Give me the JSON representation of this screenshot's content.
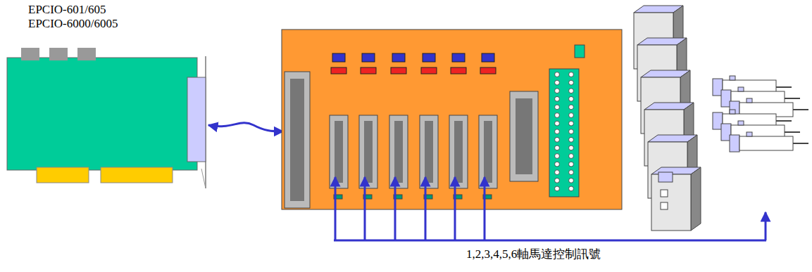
{
  "diagram": {
    "nodes": [
      {
        "text": [
          "EPCIO-601/605",
          "EPCIO-6000/6005"
        ]
      }
    ],
    "labels": [
      "1,2,3,4,5,6軸馬達控制訊號"
    ]
  }
}
